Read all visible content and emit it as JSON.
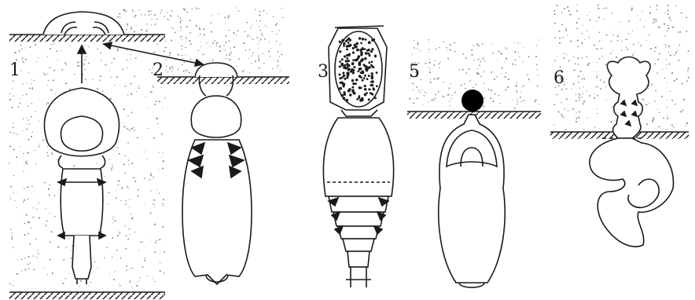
{
  "figure": {
    "panels": [
      {
        "id": "panel-1",
        "label": "1"
      },
      {
        "id": "panel-2",
        "label": "2"
      },
      {
        "id": "panel-3",
        "label": "3"
      },
      {
        "id": "panel-5",
        "label": "5"
      },
      {
        "id": "panel-6",
        "label": "6"
      }
    ]
  },
  "colors": {
    "ink": "#1a1a1a",
    "stipple": "#8a8a8a",
    "blob": "#000000"
  }
}
